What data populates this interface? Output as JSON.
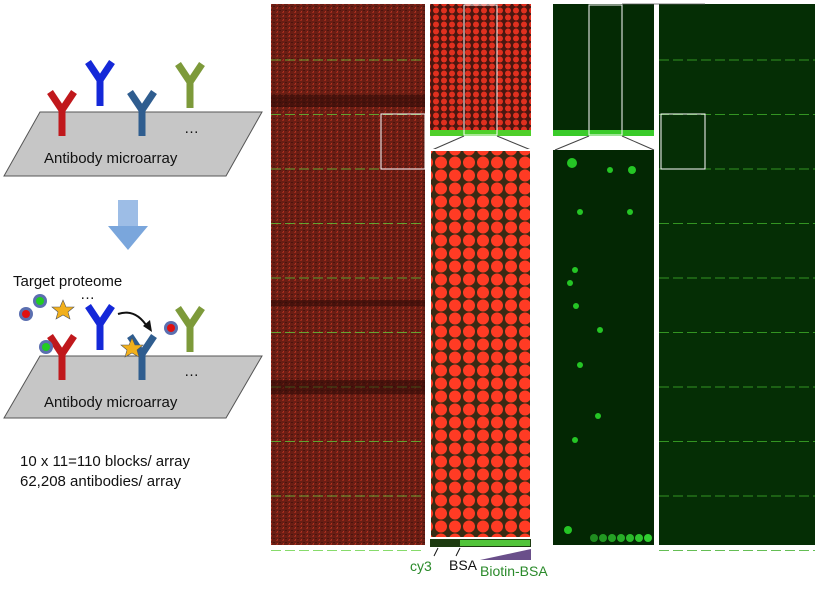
{
  "labels": {
    "array_label_top": "Antibody microarray",
    "array_label_bottom": "Antibody microarray",
    "ellipsis": "…",
    "target": "Target proteome",
    "blocks": "10 x 11=110 blocks/ array",
    "antibodies": "62,208 antibodies/ array",
    "cy3": "cy3",
    "bsa": "BSA",
    "biotin": "Biotin-BSA"
  },
  "colors": {
    "ab_red": "#c0181c",
    "ab_blue": "#1428d8",
    "ab_steel": "#2f5d8f",
    "ab_olive": "#7d9a3a",
    "slide": "#c6c6c6",
    "cy3_label": "#2a8a2a",
    "biotin_label": "#2a8a2a",
    "arrow": "#7aa6dc",
    "red_channel": "#ff3322",
    "green_channel": "#22dd22"
  }
}
